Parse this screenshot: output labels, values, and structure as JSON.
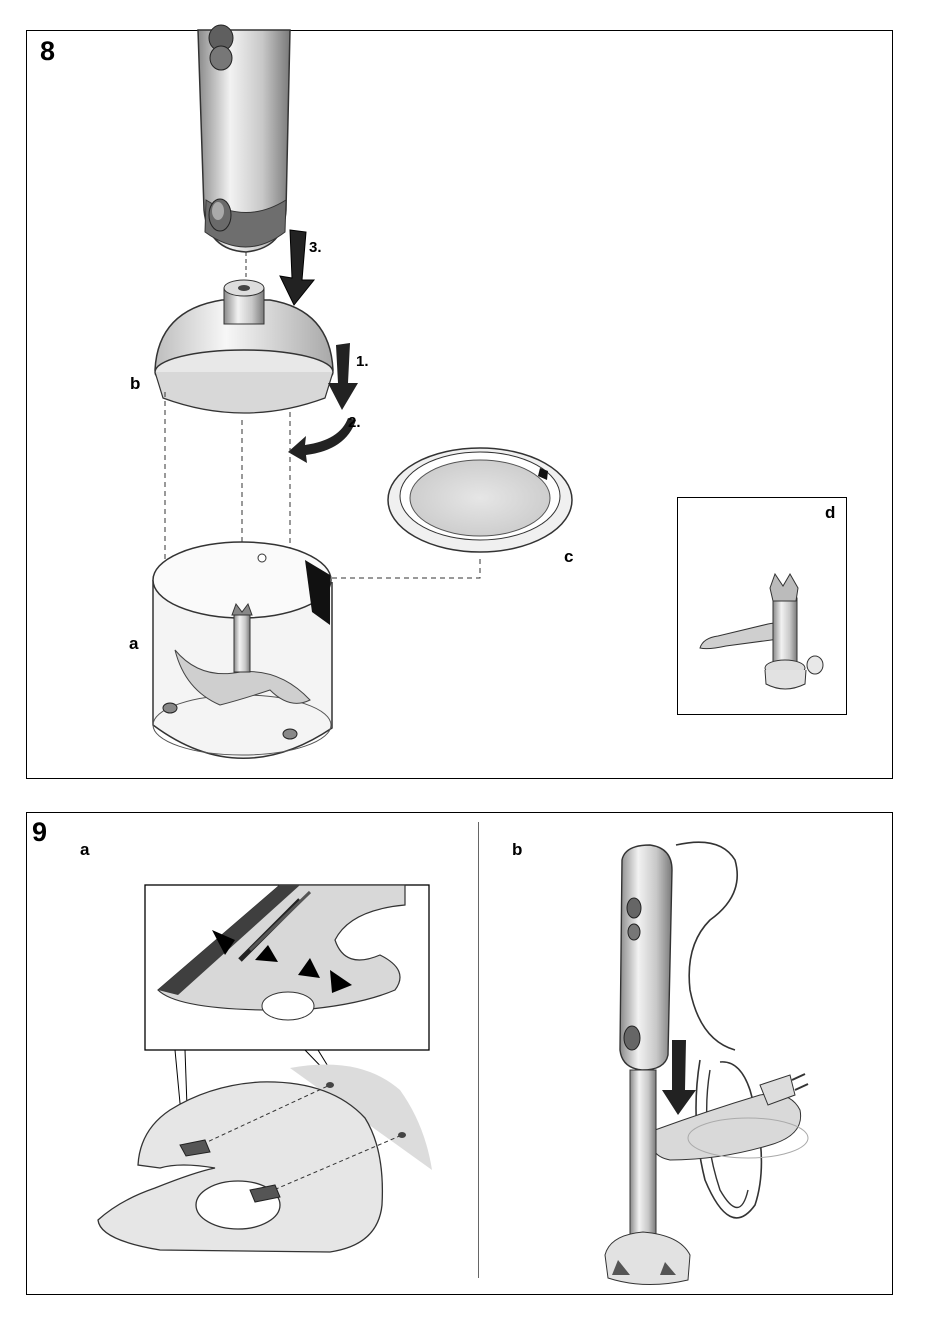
{
  "figure8": {
    "number": "8",
    "labels": {
      "a": "a",
      "b": "b",
      "c": "c",
      "d": "d"
    },
    "steps": [
      "1.",
      "2.",
      "3."
    ]
  },
  "figure9": {
    "number": "9",
    "labels": {
      "a": "a",
      "b": "b"
    }
  }
}
